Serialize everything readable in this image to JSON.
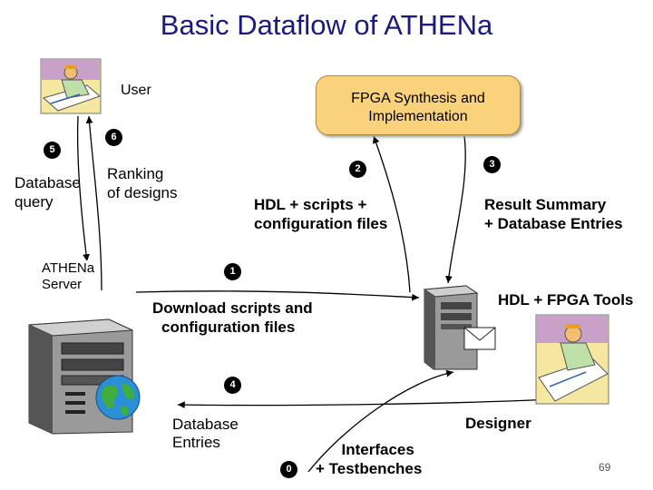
{
  "title": "Basic Dataflow of ATHENa",
  "nodes": {
    "user": "User",
    "fpga_line1": "FPGA Synthesis and",
    "fpga_line2": "Implementation",
    "athena_line1": "ATHENa",
    "athena_line2": "Server",
    "designer": "Designer",
    "hdl_tools": "HDL + FPGA Tools"
  },
  "flows": {
    "database_query_line1": "Database",
    "database_query_line2": "query",
    "ranking_line1": "Ranking",
    "ranking_line2": "of designs",
    "hdl_scripts_line1": "HDL + scripts +",
    "hdl_scripts_line2": "configuration files",
    "result_summary_line1": "Result Summary",
    "result_summary_line2": "+ Database Entries",
    "download_line1": "Download scripts and",
    "download_line2": "configuration files",
    "database_entries_line1": "Database",
    "database_entries_line2": "Entries",
    "interfaces_line1": "Interfaces",
    "interfaces_line2": "+ Testbenches"
  },
  "steps": {
    "s0": "0",
    "s1": "1",
    "s2": "2",
    "s3": "3",
    "s4": "4",
    "s5": "5",
    "s6": "6"
  },
  "page_number": "69",
  "icons": [
    "user-clipart-icon",
    "server-tower-icon",
    "globe-icon",
    "workstation-icon",
    "envelope-icon",
    "designer-clipart-icon"
  ]
}
